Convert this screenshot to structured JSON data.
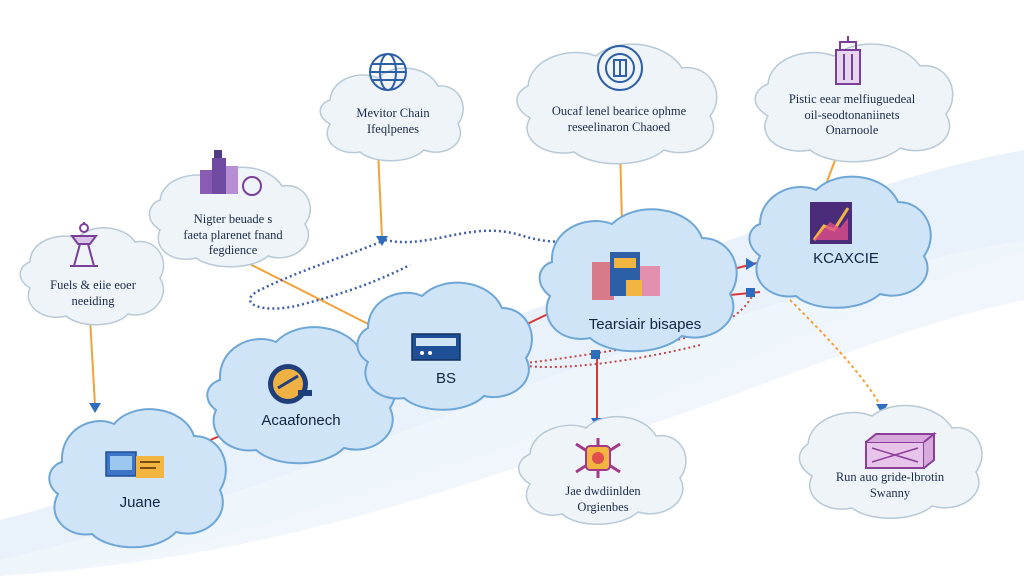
{
  "colors": {
    "cloud_fill": "#cfe4f6",
    "cloud_stroke": "#6ea6d6",
    "sketch_fill": "#eef4f8",
    "sketch_stroke": "#b9c9d6",
    "orange_line": "#f2a23a",
    "red_line": "#d9383a",
    "blue_dotted": "#3f5fa8",
    "arrow_blue": "#2f6dbf",
    "band": "#d7e8f6"
  },
  "nodes": {
    "juane": {
      "label": "Juane",
      "icon": "monitor-icon"
    },
    "acaafonech": {
      "label": "Acaafonech",
      "icon": "satellite-dish-icon"
    },
    "bs": {
      "label": "BS",
      "icon": "server-icon"
    },
    "tearsiair": {
      "label": "Tearsiair bisapes",
      "icon": "storage-icon"
    },
    "kcaxcie": {
      "label": "KCAXCIE",
      "icon": "chart-icon"
    }
  },
  "notes": {
    "fuels": {
      "lines": [
        "Fuels & eiie eoer",
        "neeiding"
      ],
      "icon": "lamp-icon"
    },
    "nigter": {
      "lines": [
        "Nigter beuade s",
        "faeta plarenet fnand",
        "fegdience"
      ],
      "icon": "city-icon"
    },
    "mevitor": {
      "lines": [
        "Mevitor Chain",
        "Ifeqlpenes"
      ],
      "icon": "globe-icon"
    },
    "oucaf": {
      "lines": [
        "Oucaf lenel bearice ophme",
        "reseelinaron Chaoed"
      ],
      "icon": "globe-icon"
    },
    "pistic": {
      "lines": [
        "Pistic eear melfiuguedeal",
        "oil-seodtonaniinets",
        "Onarnoole"
      ],
      "icon": "lantern-icon"
    },
    "jae": {
      "lines": [
        "Jae dwdiinlden",
        "Orgienbes"
      ],
      "icon": "network-icon"
    },
    "run": {
      "lines": [
        "Run auo gride-lbrotin",
        "Swanny"
      ],
      "icon": "box-icon"
    }
  }
}
